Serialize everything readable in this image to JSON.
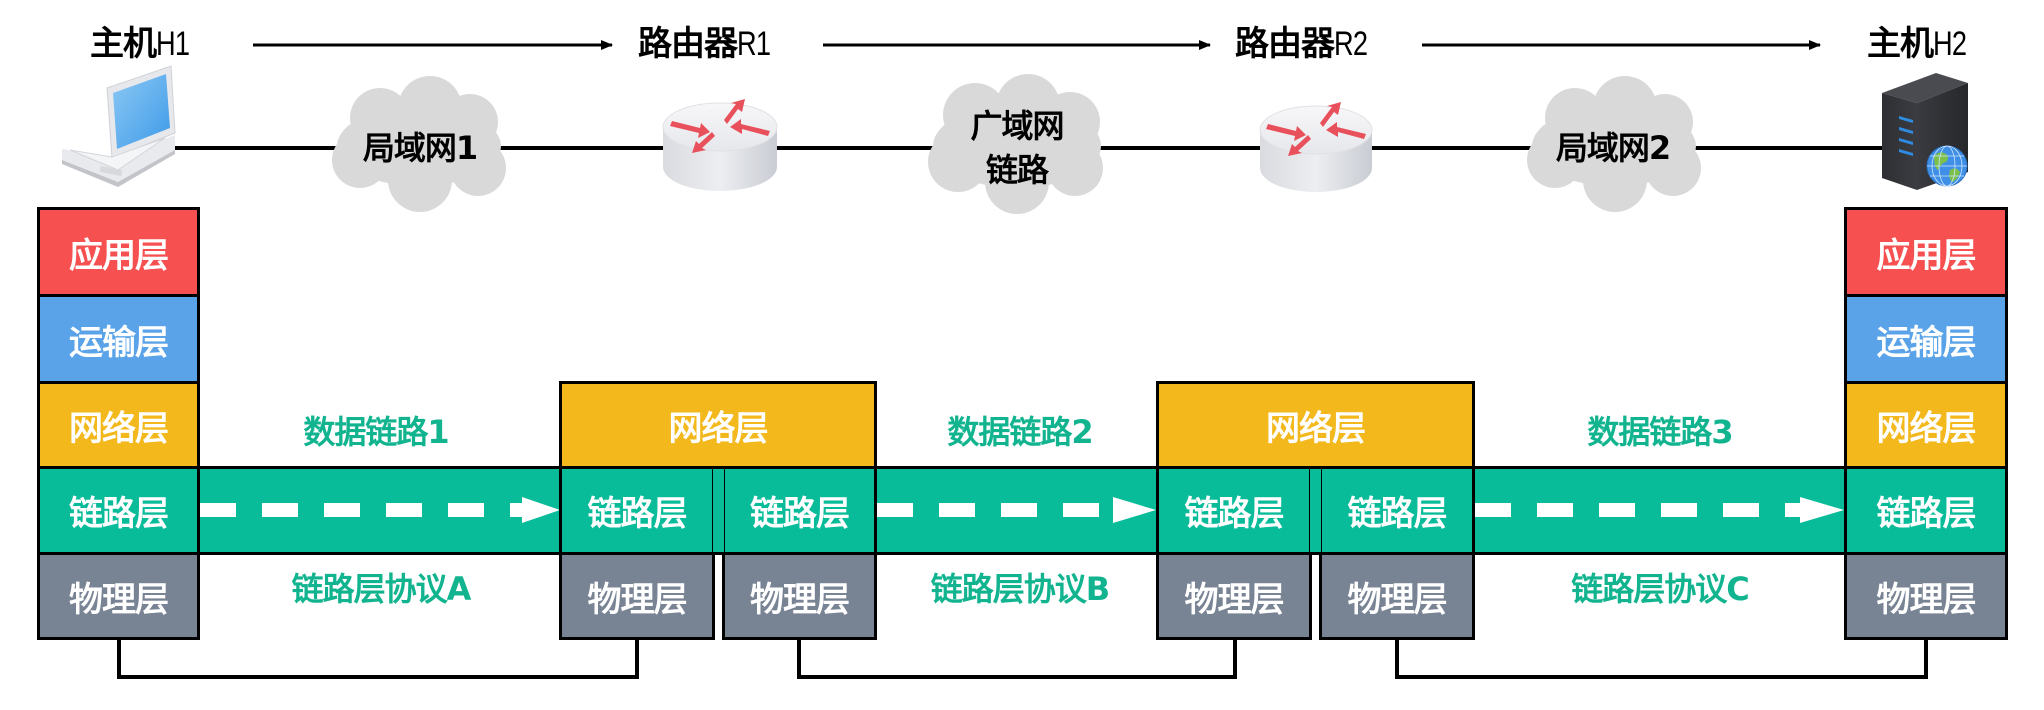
{
  "nodes": {
    "h1": {
      "name": "主机",
      "suffix": "H1"
    },
    "r1": {
      "name": "路由器",
      "suffix": "R1"
    },
    "r2": {
      "name": "路由器",
      "suffix": "R2"
    },
    "h2": {
      "name": "主机",
      "suffix": "H2"
    }
  },
  "clouds": {
    "lan1": {
      "label": "局域网1"
    },
    "wan": {
      "line1": "广域网",
      "line2": "链路"
    },
    "lan2": {
      "label": "局域网2"
    }
  },
  "layers": {
    "application": "应用层",
    "transport": "运输层",
    "network": "网络层",
    "link": "链路层",
    "physical": "物理层"
  },
  "segments": [
    {
      "data_link": "数据链路1",
      "protocol": "链路层协议A"
    },
    {
      "data_link": "数据链路2",
      "protocol": "链路层协议B"
    },
    {
      "data_link": "数据链路3",
      "protocol": "链路层协议C"
    }
  ],
  "colors": {
    "application": "#f65050",
    "transport": "#5aa3e8",
    "network": "#f2b81c",
    "link": "#08bb99",
    "physical": "#788394",
    "label_teal": "#12b48f",
    "router_arrow": "#e8505b"
  }
}
